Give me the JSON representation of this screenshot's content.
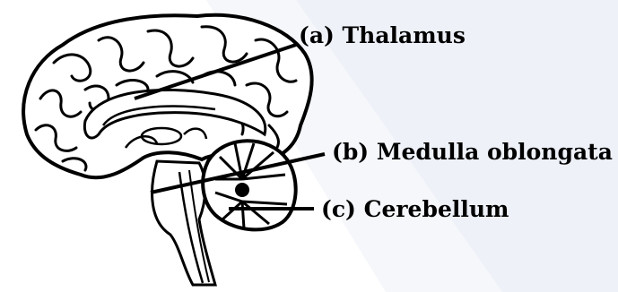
{
  "labels": {
    "thalamus": "(a) Thalamus",
    "medulla": "(b) Medulla oblongata",
    "cerebellum": "(c) Cerebellum"
  },
  "colors": {
    "background": "#ffffff",
    "band": "#eef1f8",
    "ink": "#000000",
    "fill": "#ffffff"
  }
}
